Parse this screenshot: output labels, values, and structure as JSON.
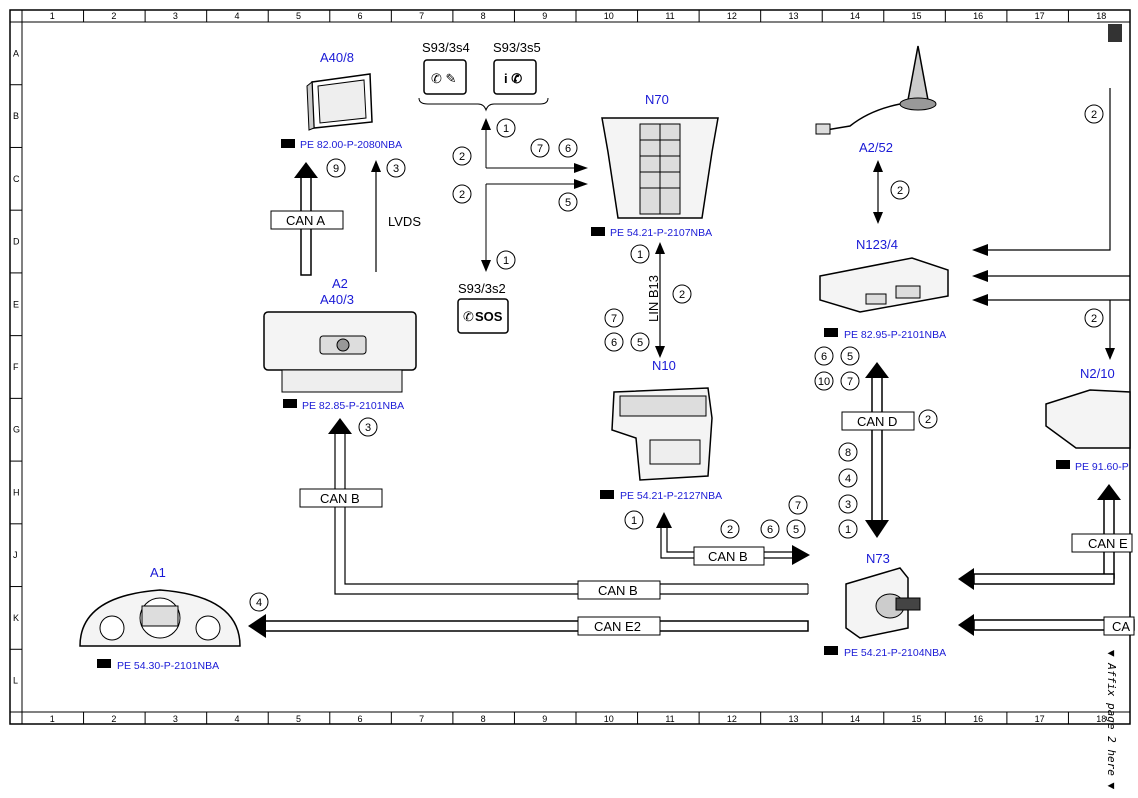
{
  "grid": {
    "columns": [
      "1",
      "2",
      "3",
      "4",
      "5",
      "6",
      "7",
      "8",
      "9",
      "10",
      "11",
      "12",
      "13",
      "14",
      "15",
      "16",
      "17",
      "18"
    ],
    "rows": [
      "A",
      "B",
      "C",
      "D",
      "E",
      "F",
      "G",
      "H",
      "J",
      "K",
      "L"
    ]
  },
  "components": {
    "a40_8": {
      "code": "A40/8",
      "ref": "PE 82.00-P-2080NBA"
    },
    "s93_3s4": {
      "code": "S93/3s4"
    },
    "s93_3s5": {
      "code": "S93/3s5"
    },
    "s93_3s2": {
      "code": "S93/3s2",
      "sos": "SOS"
    },
    "n70": {
      "code": "N70",
      "ref": "PE 54.21-P-2107NBA"
    },
    "a2_52": {
      "code": "A2/52"
    },
    "n123_4": {
      "code": "N123/4",
      "ref": "PE 82.95-P-2101NBA"
    },
    "a2": {
      "code": "A2",
      "code2": "A40/3",
      "ref": "PE 82.85-P-2101NBA"
    },
    "n10": {
      "code": "N10",
      "ref": "PE 54.21-P-2127NBA"
    },
    "n2_10": {
      "code": "N2/10",
      "ref": "PE 91.60-P"
    },
    "a1": {
      "code": "A1",
      "ref": "PE 54.30-P-2101NBA"
    },
    "n73": {
      "code": "N73",
      "ref": "PE 54.21-P-2104NBA"
    }
  },
  "bus_labels": {
    "can_a": "CAN A",
    "lvds": "LVDS",
    "can_b_left": "CAN B",
    "can_b_mid": "CAN B",
    "can_b_n10": "CAN B",
    "can_e2": "CAN E2",
    "can_d": "CAN D",
    "lin_b13": "LIN B13",
    "can_e_right": "CAN E",
    "ca_right": "CA"
  },
  "callouts": [
    "1",
    "2",
    "3",
    "4",
    "5",
    "6",
    "7",
    "8",
    "9",
    "10"
  ],
  "affix_note": "▼ Affix page 2 here ▼"
}
